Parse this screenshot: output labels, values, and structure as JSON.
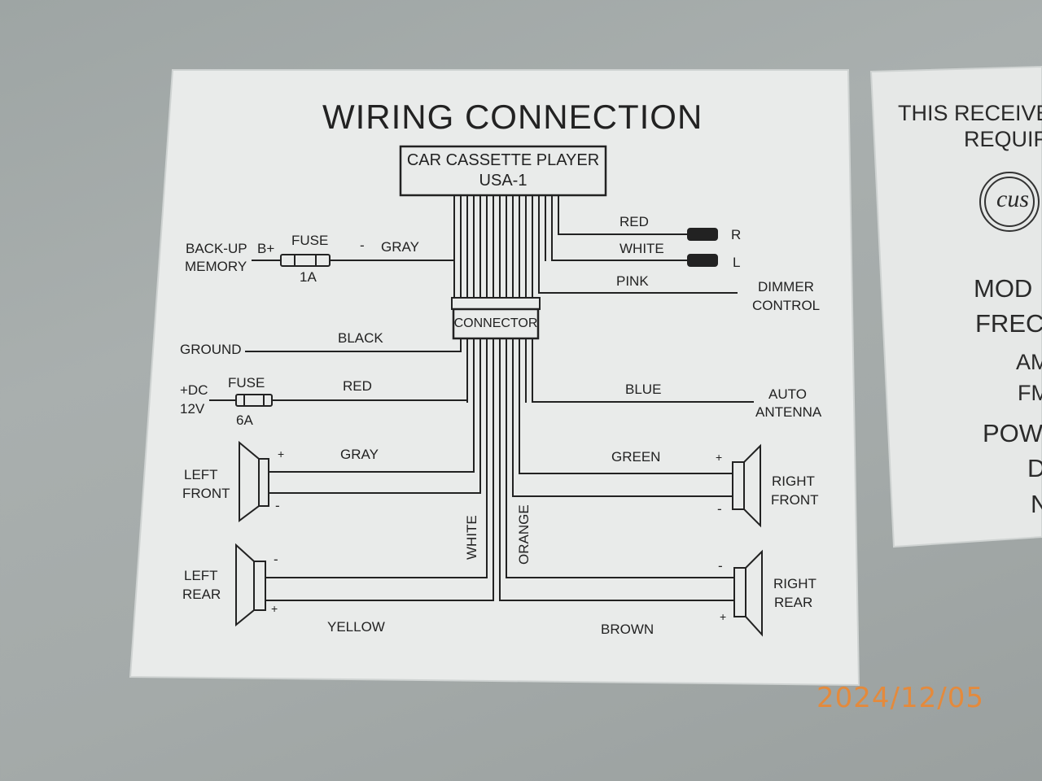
{
  "title": "WIRING CONNECTION",
  "unit": {
    "line1": "CAR CASSETTE PLAYER",
    "line2": "USA-1"
  },
  "connector": "CONNECTOR",
  "left": {
    "backup_line1": "BACK-UP",
    "backup_line2": "MEMORY",
    "bplus": "B+",
    "fuse1_label": "FUSE",
    "fuse1_rating": "1A",
    "dash": "-",
    "gray_wire": "GRAY",
    "ground": "GROUND",
    "black_wire": "BLACK",
    "dc_line1": "+DC",
    "dc_line2": "12V",
    "fuse2_label": "FUSE",
    "fuse2_rating": "6A",
    "red_wire": "RED"
  },
  "right": {
    "red_wire": "RED",
    "r": "R",
    "white_wire": "WHITE",
    "l": "L",
    "pink_wire": "PINK",
    "dimmer_line1": "DIMMER",
    "dimmer_line2": "CONTROL",
    "blue_wire": "BLUE",
    "auto_line1": "AUTO",
    "auto_line2": "ANTENNA"
  },
  "speakers": {
    "left_front_line1": "LEFT",
    "left_front_line2": "FRONT",
    "left_front_wire": "GRAY",
    "left_rear_line1": "LEFT",
    "left_rear_line2": "REAR",
    "left_rear_wire": "YELLOW",
    "right_front_line1": "RIGHT",
    "right_front_line2": "FRONT",
    "right_front_wire": "GREEN",
    "right_rear_line1": "RIGHT",
    "right_rear_line2": "REAR",
    "right_rear_wire": "BROWN",
    "white_vertical": "WHITE",
    "orange_vertical": "ORANGE",
    "plus": "+",
    "minus": "-"
  },
  "second_label": {
    "line1": "THIS RECEIVE",
    "line2": "REQUIR",
    "logo_text": "cus",
    "l1": "MOD",
    "l2": "FREC",
    "l3": "AM",
    "l4": "FM",
    "l5": "POW",
    "l6": "D",
    "l7": "N"
  },
  "date_stamp": "2024/12/05"
}
